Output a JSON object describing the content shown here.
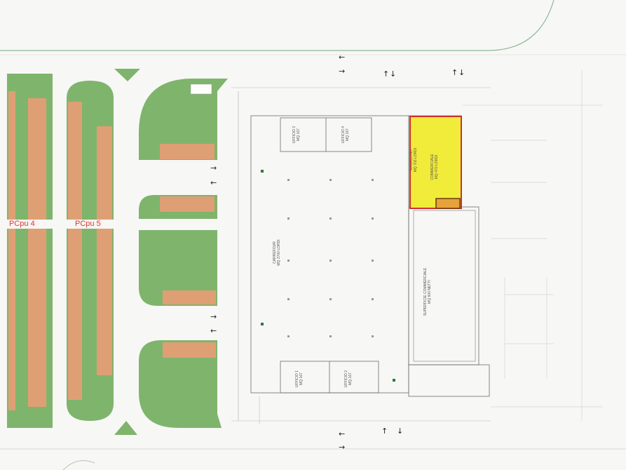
{
  "parking_labels": {
    "left": "PCpu 4",
    "right": "PCpu 5"
  },
  "highlight": {
    "fill_color": "#f1ec3a",
    "border_color": "#d03030",
    "line1": "MAGAZZINO",
    "line2": "MQ 703 LORDI",
    "line3": "COMMERCIALE",
    "line4": "MQ 470 LORDI"
  },
  "rooms": {
    "carrefour": {
      "line1": "CARREFOUR",
      "line2": "MQ 2700 LORDI"
    },
    "superficie": {
      "line1": "SUPERFICIE COMMERCIALE",
      "line2": "MQ 600 NETTI"
    },
    "ufficio_3": {
      "line1": "UFFICIO 3",
      "line2": "MQ 167"
    },
    "ufficio_4": {
      "line1": "UFFICIO 4",
      "line2": "MQ 167"
    },
    "ufficio_1": {
      "line1": "UFFICIO 1",
      "line2": "MQ 167"
    },
    "ufficio_2": {
      "line1": "UFFICIO 2",
      "line2": "MQ 167"
    }
  },
  "colors": {
    "green": "#7fb46c",
    "parking": "#df9f74",
    "line": "#6b6b6b",
    "background": "#f7f7f5"
  },
  "arrows": {
    "left": "←",
    "right": "→",
    "up": "↑",
    "down": "↓"
  }
}
